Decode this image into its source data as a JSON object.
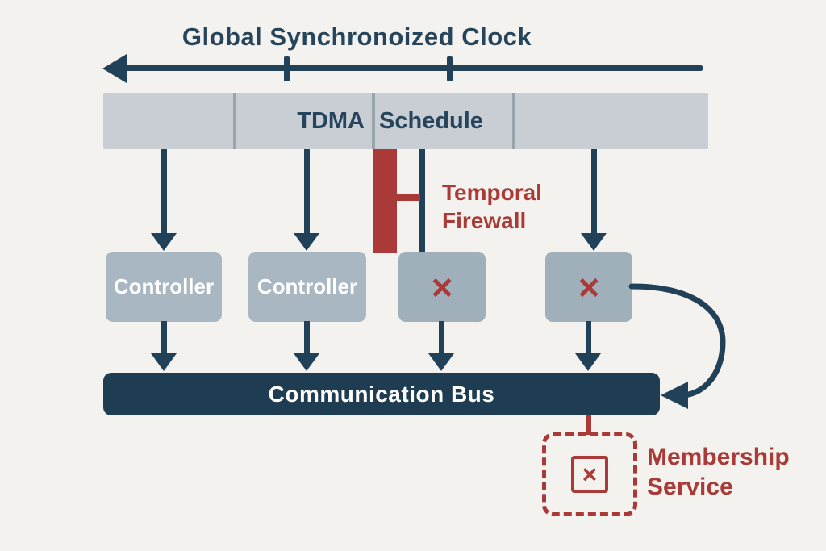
{
  "title": "Global Synchronoized Clock",
  "clock": {
    "tick_count": 2,
    "direction": "left-arrow"
  },
  "tdma_bar": {
    "label_left": "TDMA",
    "label_right": "Schedule",
    "segments": 4
  },
  "firewall": {
    "line1": "Temporal",
    "line2": "Firewall"
  },
  "nodes": [
    {
      "id": "controller-1",
      "label": "Controller",
      "status": "ok"
    },
    {
      "id": "controller-2",
      "label": "Controller",
      "status": "ok"
    },
    {
      "id": "node-3",
      "label": "×",
      "status": "failed"
    },
    {
      "id": "node-4",
      "label": "×",
      "status": "failed"
    }
  ],
  "bus": {
    "label": "Communication Bus"
  },
  "membership": {
    "line1": "Membership",
    "line2": "Service",
    "mark": "×"
  },
  "icons": {
    "down_arrow": "triangle-down",
    "left_arrow": "triangle-left",
    "x_mark": "×"
  },
  "colors": {
    "background": "#f4f2ee",
    "navy": "#214159",
    "bus_fill": "#1e3d53",
    "red": "#a93a37",
    "bar_fill": "#c9ced4",
    "controller_box": "#a9b7c2",
    "failed_box": "#9fb0bb"
  }
}
